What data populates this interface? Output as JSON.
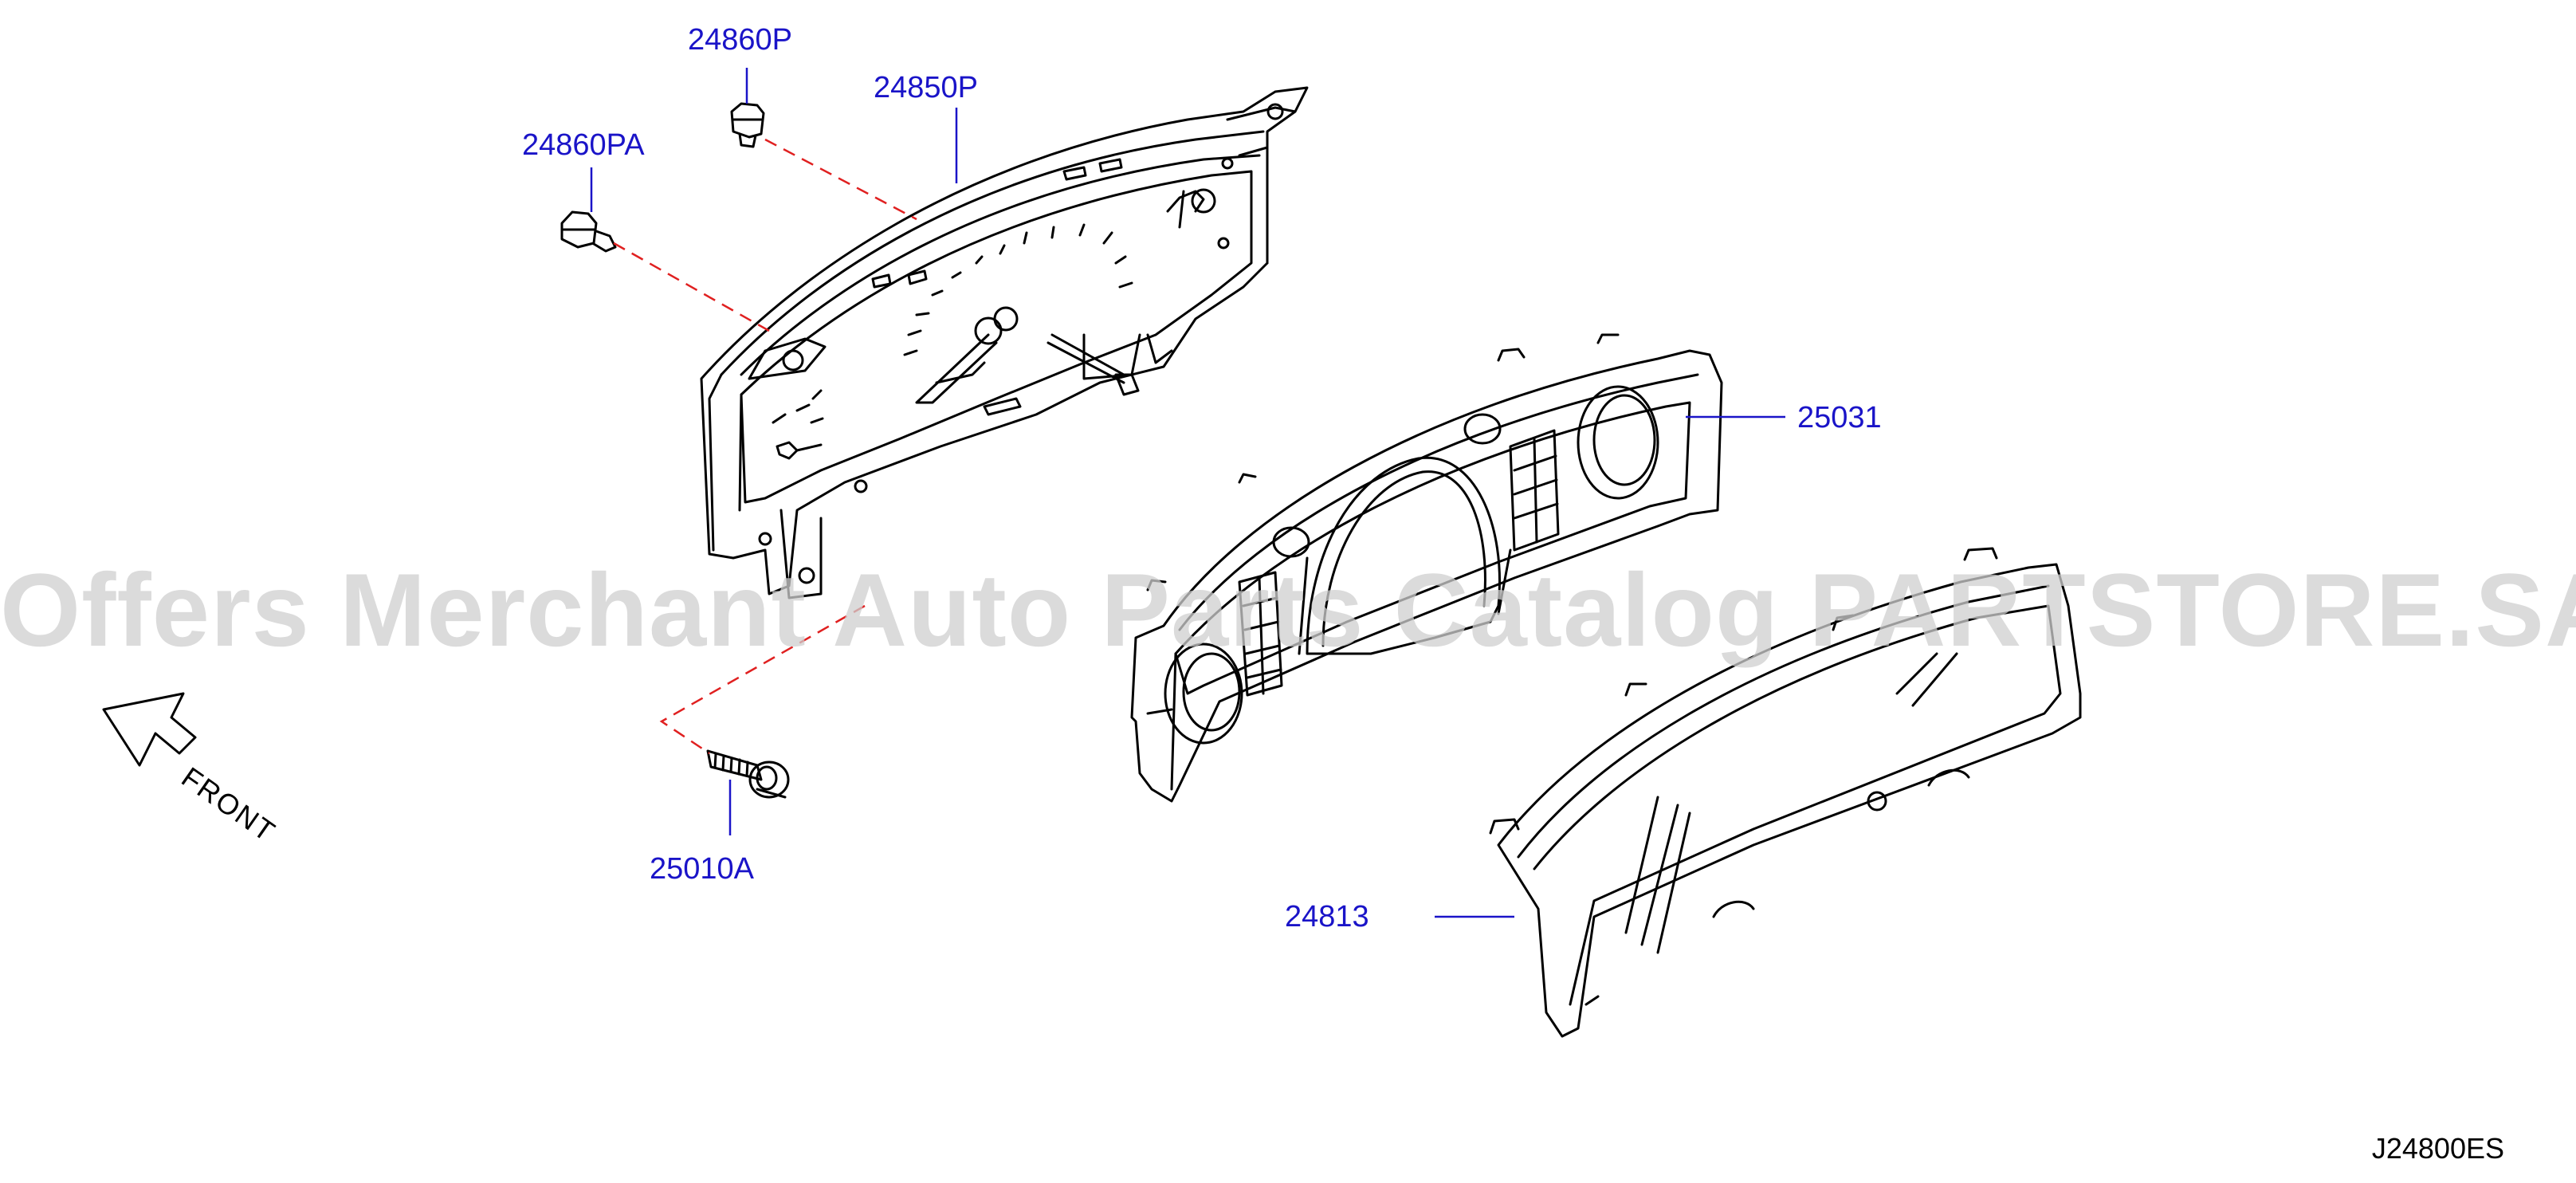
{
  "diagram": {
    "callouts": {
      "p24860P": "24860P",
      "p24850P": "24850P",
      "p24860PA": "24860PA",
      "p25031": "25031",
      "p25010A": "25010A",
      "p24813": "24813"
    },
    "front_label": "FRONT",
    "diagram_id": "J24800ES",
    "watermark": "Offers Merchant Auto Parts Catalog PARTSTORE.SA",
    "colors": {
      "callout_text": "#1a14c8",
      "leader_line": "#1a14c8",
      "dashed_line": "#e02020",
      "drawing_line": "#000000",
      "watermark": "#cfcfcf"
    }
  }
}
